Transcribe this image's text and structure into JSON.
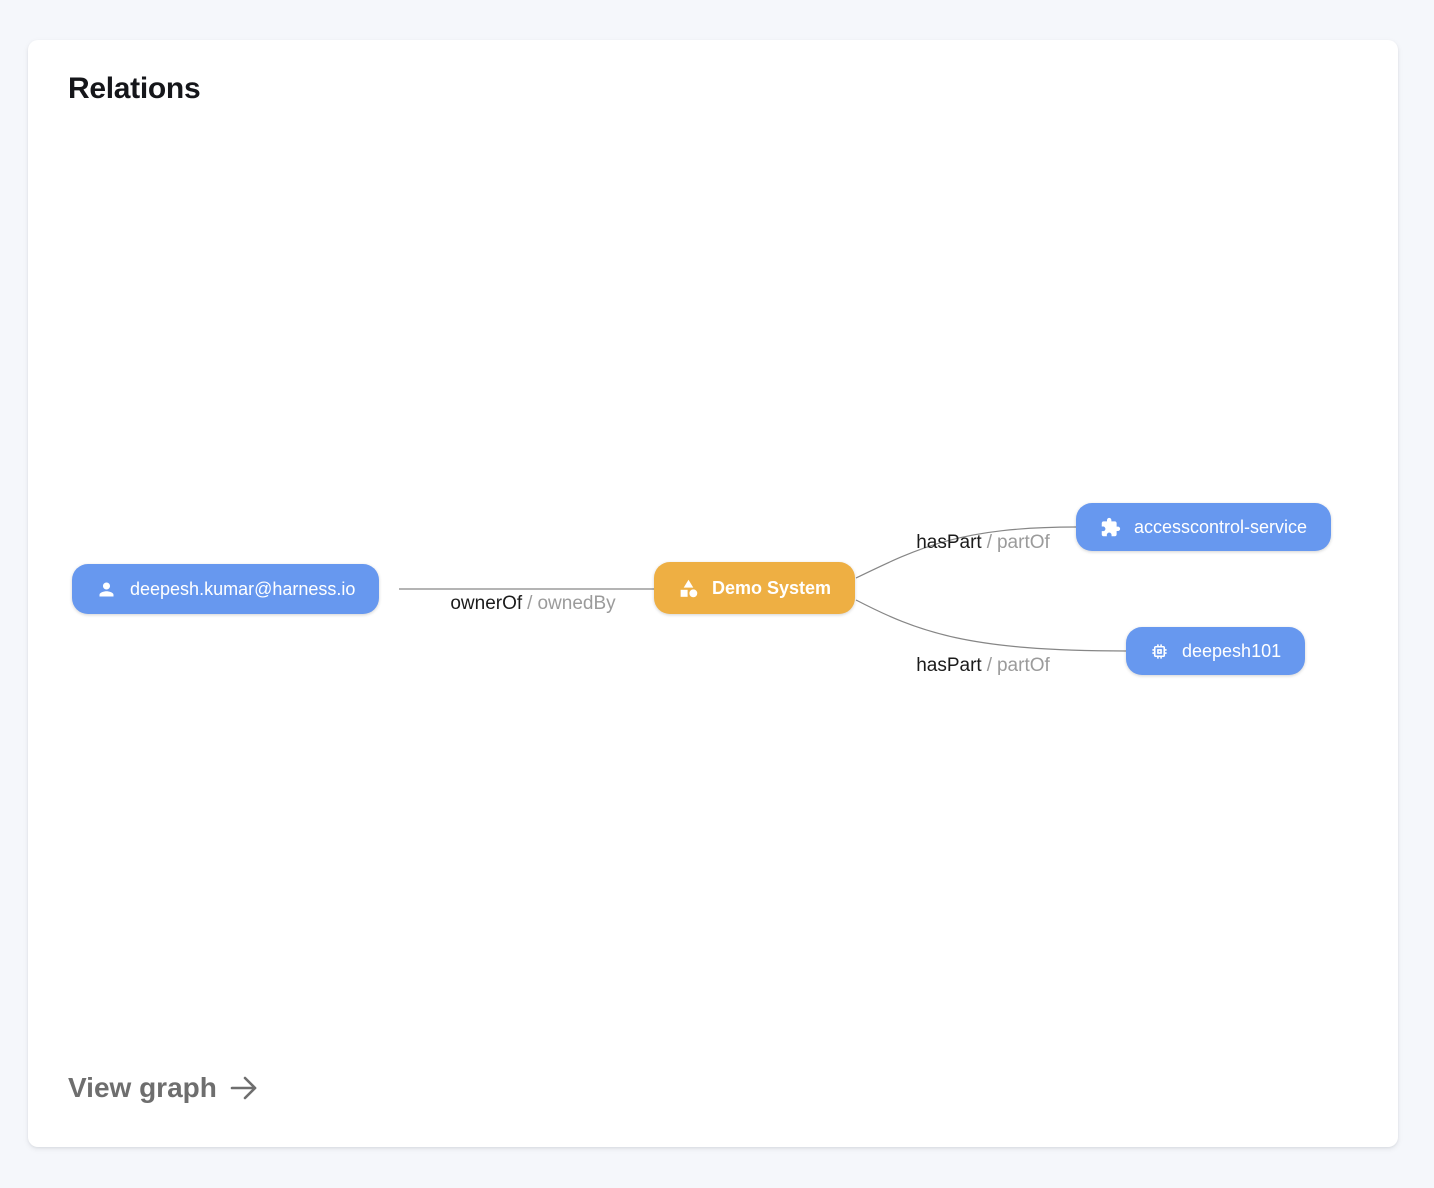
{
  "card": {
    "title": "Relations",
    "footer_link_label": "View graph"
  },
  "colors": {
    "page_bg": "#f5f7fb",
    "card_bg": "#ffffff",
    "node_blue": "#6798ef",
    "node_orange": "#eeaf43",
    "edge_gray": "#868686",
    "title_color": "#15161a",
    "label_dark": "#1b1b1b",
    "label_gray": "#9b9b9b",
    "link_gray": "#6e6e6e"
  },
  "graph": {
    "nodes": [
      {
        "id": "user",
        "label": "deepesh.kumar@harness.io",
        "icon": "person-icon",
        "color": "blue"
      },
      {
        "id": "system",
        "label": "Demo System",
        "icon": "category-icon",
        "color": "orange"
      },
      {
        "id": "service",
        "label": "accesscontrol-service",
        "icon": "puzzle-icon",
        "color": "blue"
      },
      {
        "id": "component",
        "label": "deepesh101",
        "icon": "chip-icon",
        "color": "blue"
      }
    ],
    "edges": [
      {
        "from": "user",
        "to": "system",
        "label_primary": "ownerOf",
        "label_separator": "/",
        "label_secondary": "ownedBy"
      },
      {
        "from": "system",
        "to": "service",
        "label_primary": "hasPart",
        "label_separator": "/",
        "label_secondary": "partOf"
      },
      {
        "from": "system",
        "to": "component",
        "label_primary": "hasPart",
        "label_separator": "/",
        "label_secondary": "partOf"
      }
    ]
  }
}
